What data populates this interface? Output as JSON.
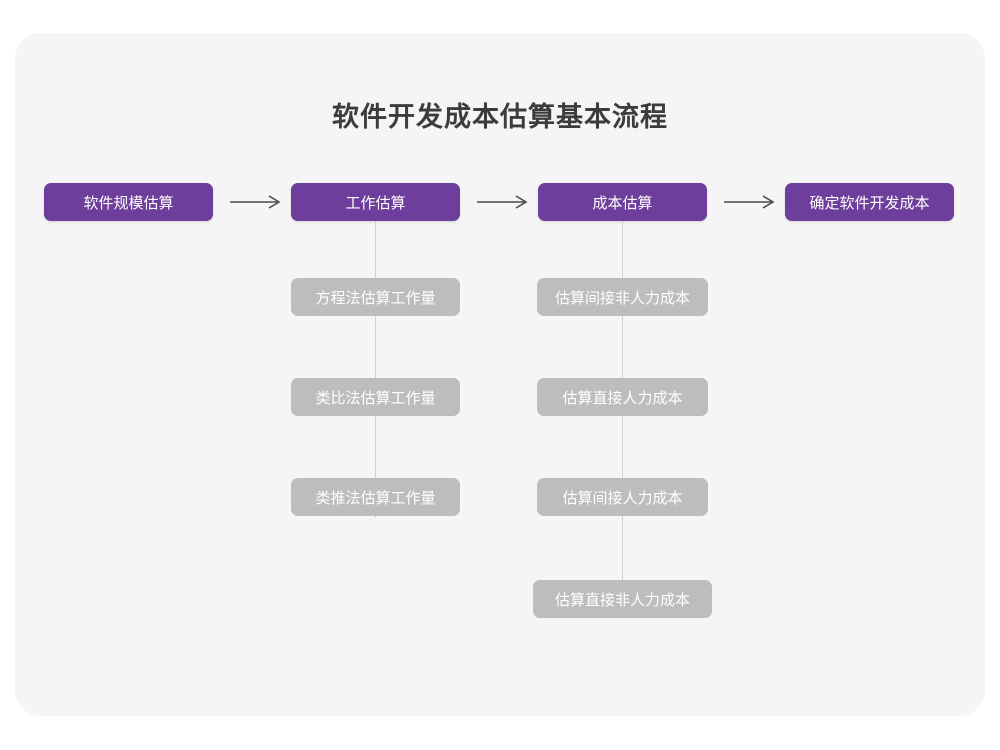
{
  "page": {
    "title": "软件开发成本估算基本流程",
    "card_bg": "#f5f5f5",
    "canvas_bg": "#ffffff"
  },
  "colors": {
    "primary": "#6d3e9b",
    "secondary": "#bdbdbd",
    "connector": "#d2d2d2",
    "title_text": "#3c3c3c",
    "node_text": "#ffffff",
    "arrow": "#4a4a4a"
  },
  "flow": {
    "main_steps": [
      {
        "label": "软件规模估算"
      },
      {
        "label": "工作估算"
      },
      {
        "label": "成本估算"
      },
      {
        "label": "确定软件开发成本"
      }
    ],
    "arrows": [
      {
        "glyph": "⟶"
      },
      {
        "glyph": "⟶"
      },
      {
        "glyph": "⟶"
      }
    ],
    "branches": [
      {
        "parent": "工作估算",
        "items": [
          {
            "label": "方程法估算工作量"
          },
          {
            "label": "类比法估算工作量"
          },
          {
            "label": "类推法估算工作量"
          }
        ]
      },
      {
        "parent": "成本估算",
        "items": [
          {
            "label": "估算间接非人力成本"
          },
          {
            "label": "估算直接人力成本"
          },
          {
            "label": "估算间接人力成本"
          },
          {
            "label": "估算直接非人力成本"
          }
        ]
      }
    ]
  }
}
